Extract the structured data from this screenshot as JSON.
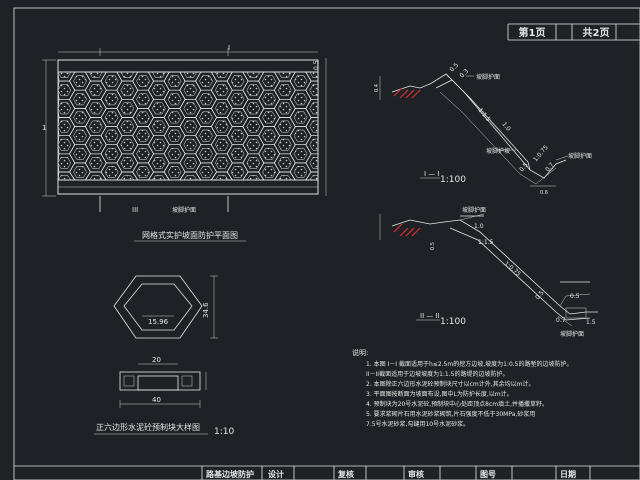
{
  "title_block": {
    "page_label": "第1页",
    "total_label": "共2页",
    "drawing_name": "路基边坡防护",
    "design": "设计",
    "review": "复核",
    "approve": "审核",
    "drawing_no": "图号",
    "date": "日期"
  },
  "plan_view": {
    "caption": "网格式实护坡面防护平面图",
    "section_mark_top": "I",
    "section_mark_bottom": "III",
    "bottom_label": "坡脚护面",
    "dim_right_top": "0.5",
    "dim_left": "1"
  },
  "section_1": {
    "label": "I — I",
    "scale": "1:100",
    "callout_top": "坡脚护面",
    "callout_mid": "坡脚护坡",
    "callout_bottom": "坡脚护面",
    "slope_1": "1:1.5",
    "slope_2": "1:0.75",
    "dims": [
      "0.5",
      "0.3",
      "0.5",
      "0.7",
      "1.0",
      "0.4",
      "0.6"
    ]
  },
  "section_2": {
    "label": "II — II",
    "scale": "1:100",
    "callout_top": "坡脚护面",
    "callout_bottom": "坡脚护面",
    "slope_1": "1:1.5",
    "slope_2": "1:0.75",
    "dims": [
      "1.0",
      "0.5",
      "0.5",
      "0.7",
      "0.5",
      "1.5"
    ]
  },
  "block_detail": {
    "caption": "正六边形水泥砼预制块大样图",
    "scale": "1:10",
    "dim_inner": "15.96",
    "dim_height": "34.6",
    "dim_top": "20",
    "dim_width": "40"
  },
  "notes": {
    "heading": "说明:",
    "lines": [
      "1. 本图 I－I 截面适用于h≤2.5m的挖方边坡,坡度为1:0.5的路堑的边坡防护。",
      "   II－II截面适用于边坡坡度为1:1.5的路堤的边坡防护。",
      "2. 本图除正六边形水泥砼预制块尺寸以cm计外,其余均以m计。",
      "3. 平面图按断面为坡面布设,图中L为防护长度,以m计。",
      "4. 预制块为20号水泥砼,预制块中心处距顶点8cm填土,并播撒草籽。",
      "5. 要求浆砌片石用水泥砂浆砌筑,片石强度不低于30MPa,砂浆用",
      "   7.5号水泥砂浆,勾缝用10号水泥砂浆。"
    ]
  }
}
